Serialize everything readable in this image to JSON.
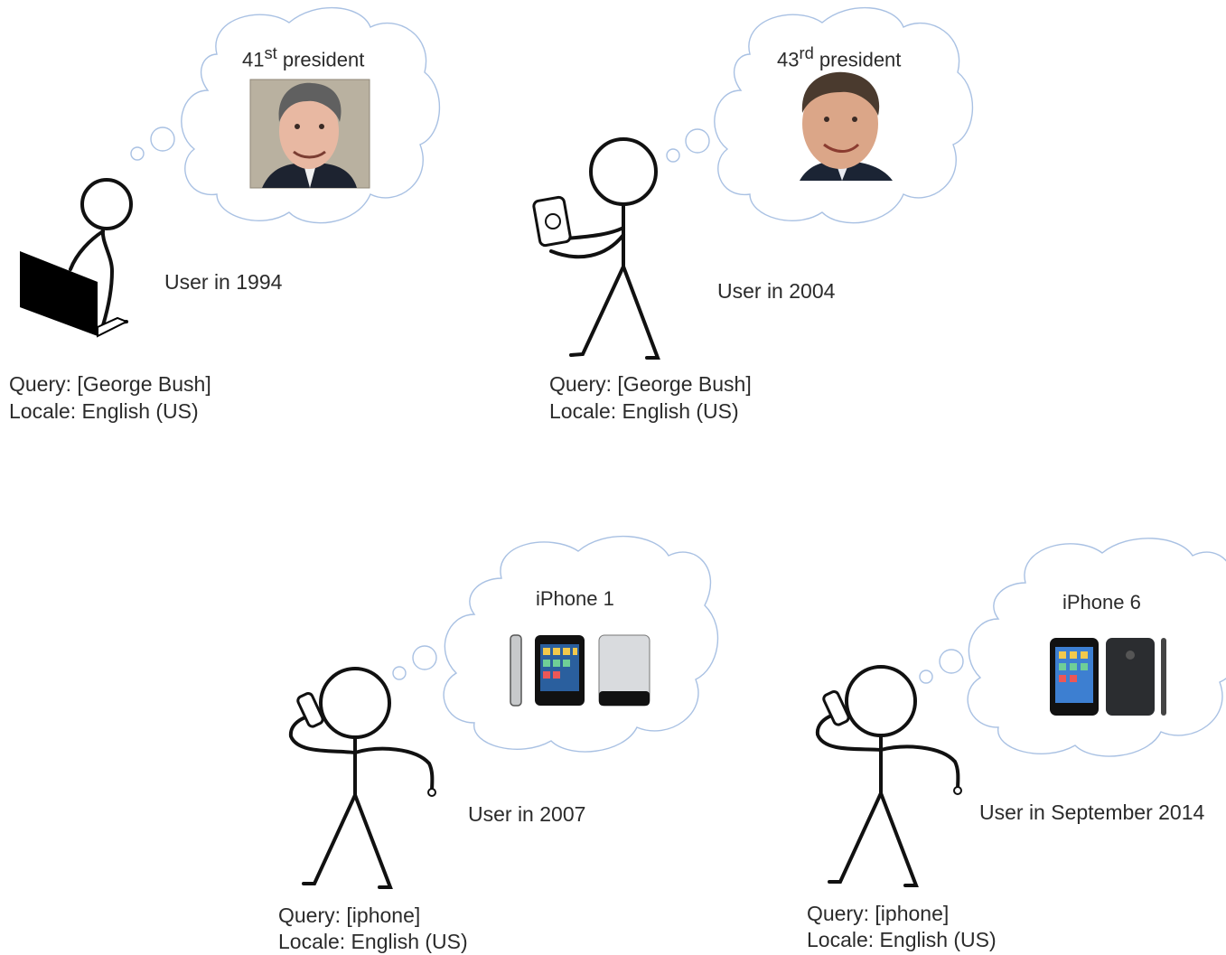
{
  "scenes": [
    {
      "thought": {
        "number": "41",
        "suffix": "st",
        "text": "president"
      },
      "user_label": "User in 1994",
      "query": "Query: [George Bush]",
      "locale": "Locale: English (US)",
      "device": "laptop"
    },
    {
      "thought": {
        "number": "43",
        "suffix": "rd",
        "text": "president"
      },
      "user_label": "User in 2004",
      "query": "Query: [George Bush]",
      "locale": "Locale: English (US)",
      "device": "phone"
    },
    {
      "thought": {
        "title": "iPhone 1"
      },
      "user_label": "User in 2007",
      "query": "Query: [iphone]",
      "locale": "Locale: English (US)",
      "device": "phone-call"
    },
    {
      "thought": {
        "title": "iPhone 6"
      },
      "user_label": "User in September 2014",
      "query": "Query: [iphone]",
      "locale": "Locale: English (US)",
      "device": "phone-call"
    }
  ],
  "colors": {
    "cloud": "#a9c1e3",
    "stroke": "#111111",
    "text": "#2b2b2b"
  }
}
